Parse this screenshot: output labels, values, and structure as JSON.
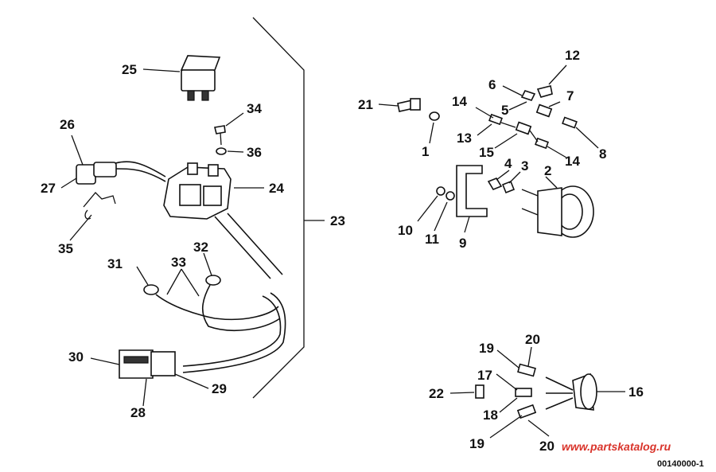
{
  "callouts": {
    "n1": "1",
    "n2": "2",
    "n3": "3",
    "n4": "4",
    "n5": "5",
    "n6": "6",
    "n7": "7",
    "n8": "8",
    "n9": "9",
    "n10": "10",
    "n11": "11",
    "n12": "12",
    "n13": "13",
    "n14a": "14",
    "n14b": "14",
    "n15": "15",
    "n16": "16",
    "n17": "17",
    "n18": "18",
    "n19a": "19",
    "n19b": "19",
    "n20a": "20",
    "n20b": "20",
    "n21": "21",
    "n22": "22",
    "n23": "23",
    "n24": "24",
    "n25": "25",
    "n26": "26",
    "n27": "27",
    "n28": "28",
    "n29": "29",
    "n30": "30",
    "n31": "31",
    "n32": "32",
    "n33": "33",
    "n34": "34",
    "n35": "35",
    "n36": "36"
  },
  "watermark": "www.partskatalog.ru",
  "corner_code": "00140000-1"
}
